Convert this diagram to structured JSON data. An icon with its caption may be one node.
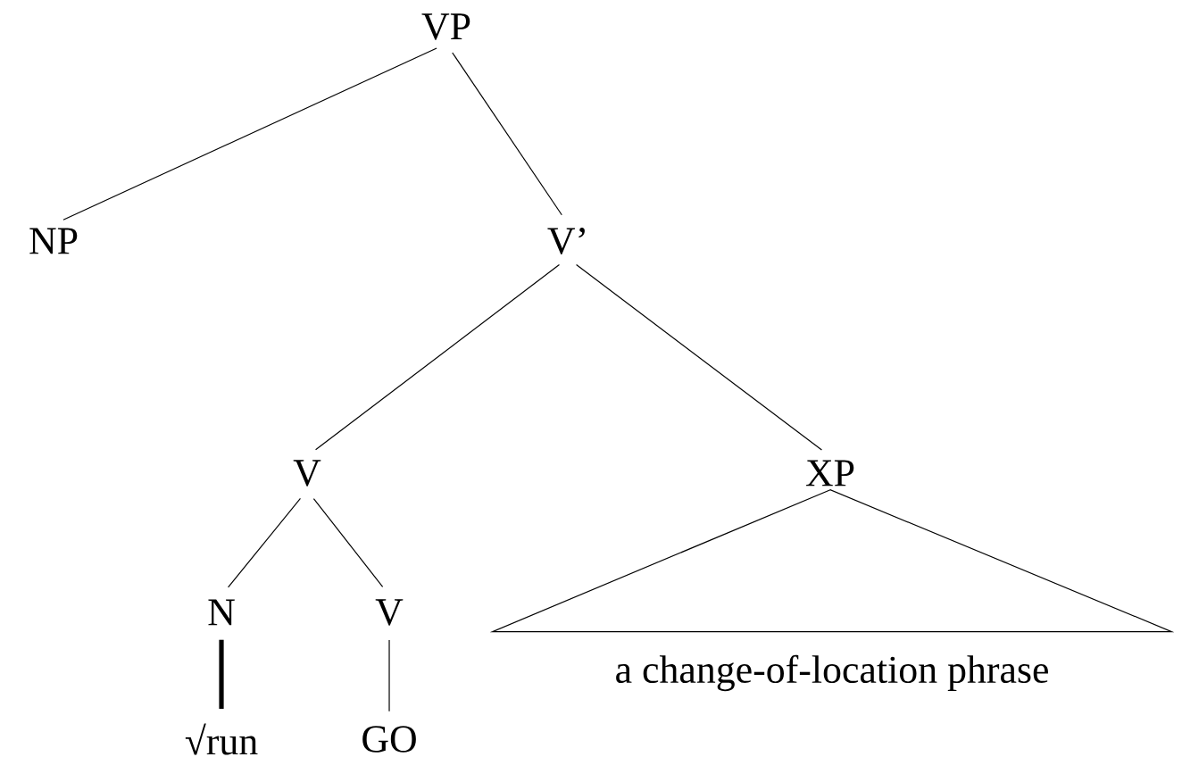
{
  "diagram": {
    "nodes": [
      {
        "text": [
          "VP"
        ]
      },
      {
        "text": [
          "NP"
        ]
      },
      {
        "text": [
          "V’"
        ]
      },
      {
        "text": [
          "V"
        ]
      },
      {
        "text": [
          "XP"
        ]
      },
      {
        "text": [
          "N"
        ]
      },
      {
        "text": [
          "V"
        ]
      },
      {
        "text": [
          "√run"
        ]
      },
      {
        "text": [
          "GO"
        ]
      },
      {
        "text": [
          "a change-of-location phrase"
        ]
      }
    ],
    "edges": [
      {
        "from": 0,
        "to": 1,
        "arrow": "none"
      },
      {
        "from": 0,
        "to": 2,
        "arrow": "none"
      },
      {
        "from": 2,
        "to": 3,
        "arrow": "none"
      },
      {
        "from": 2,
        "to": 4,
        "arrow": "none"
      },
      {
        "from": 3,
        "to": 5,
        "arrow": "none"
      },
      {
        "from": 3,
        "to": 6,
        "arrow": "none"
      },
      {
        "from": 5,
        "to": 7,
        "arrow": "none",
        "style": "thick"
      },
      {
        "from": 6,
        "to": 8,
        "arrow": "none"
      },
      {
        "from": 4,
        "to": 9,
        "arrow": "none"
      }
    ]
  }
}
